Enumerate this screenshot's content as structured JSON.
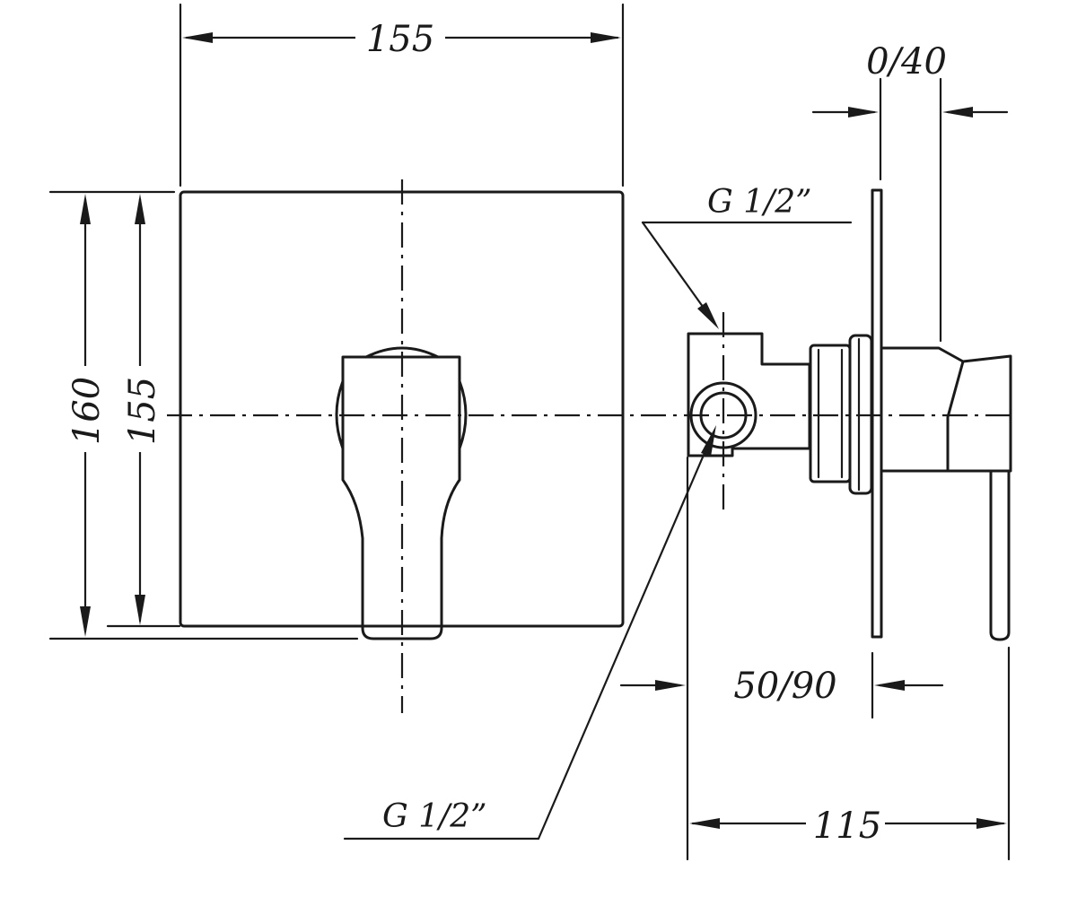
{
  "dimensions": {
    "plate_width": "155",
    "plate_height_outer": "160",
    "plate_height_inner": "155",
    "wall_adjust": "0/40",
    "install_depth": "50/90",
    "total_depth": "115"
  },
  "connections": {
    "top": "G 1/2”",
    "bottom": "G 1/2”"
  }
}
